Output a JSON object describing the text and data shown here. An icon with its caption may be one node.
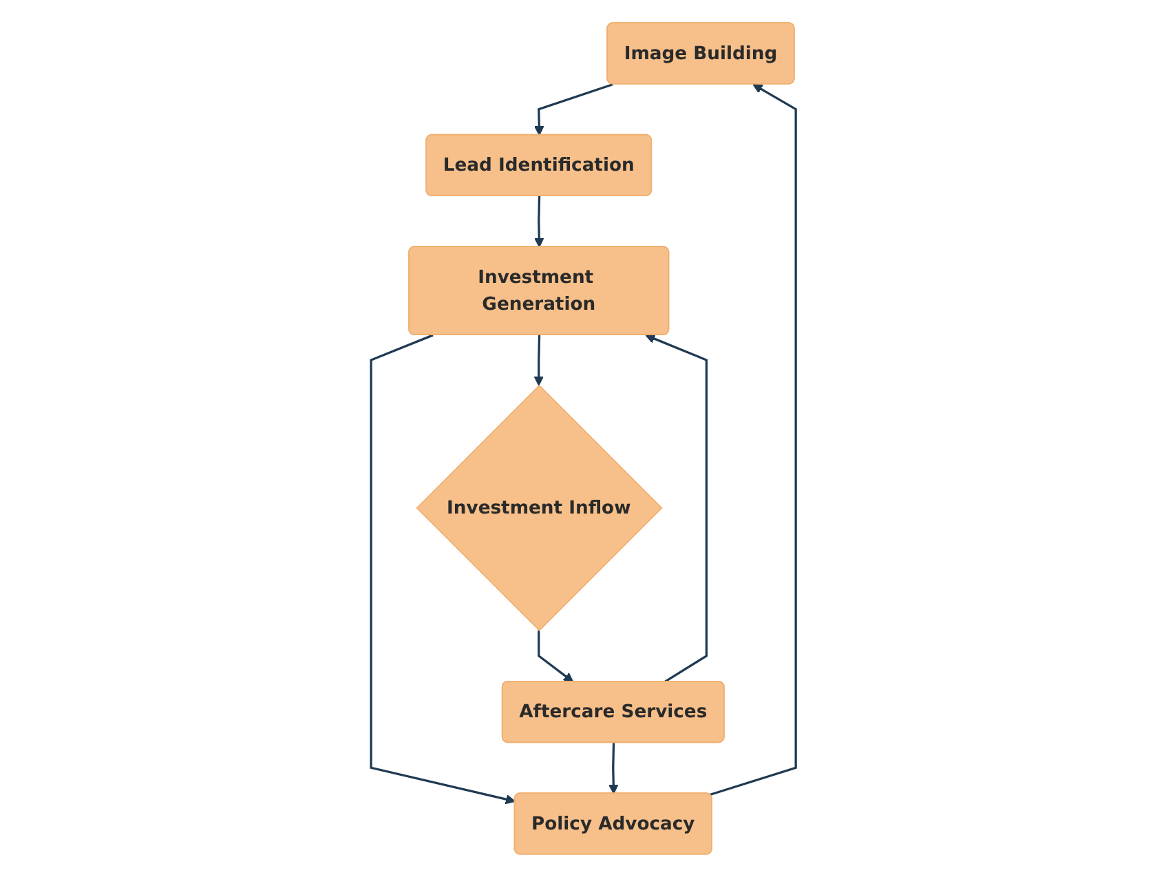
{
  "diagram": {
    "nodes": [
      {
        "text": [
          "Image Building"
        ]
      },
      {
        "text": [
          "Lead Identification"
        ]
      },
      {
        "text": [
          "Investment Generation"
        ]
      },
      {
        "text": [
          "Policy Advocacy"
        ]
      },
      {
        "text": [
          "Investment Inflow"
        ]
      },
      {
        "text": [
          "Aftercare Services"
        ]
      }
    ],
    "edges": [
      {
        "from": 0,
        "to": 1,
        "arrow": "to"
      },
      {
        "from": 1,
        "to": 2,
        "arrow": "to"
      },
      {
        "from": 2,
        "to": 3,
        "arrow": "to"
      },
      {
        "from": 2,
        "to": 4,
        "arrow": "to"
      },
      {
        "from": 4,
        "to": 5,
        "arrow": "to"
      },
      {
        "from": 5,
        "to": 2,
        "arrow": "to"
      },
      {
        "from": 5,
        "to": 3,
        "arrow": "to"
      },
      {
        "from": 3,
        "to": 0,
        "arrow": "to"
      }
    ]
  }
}
